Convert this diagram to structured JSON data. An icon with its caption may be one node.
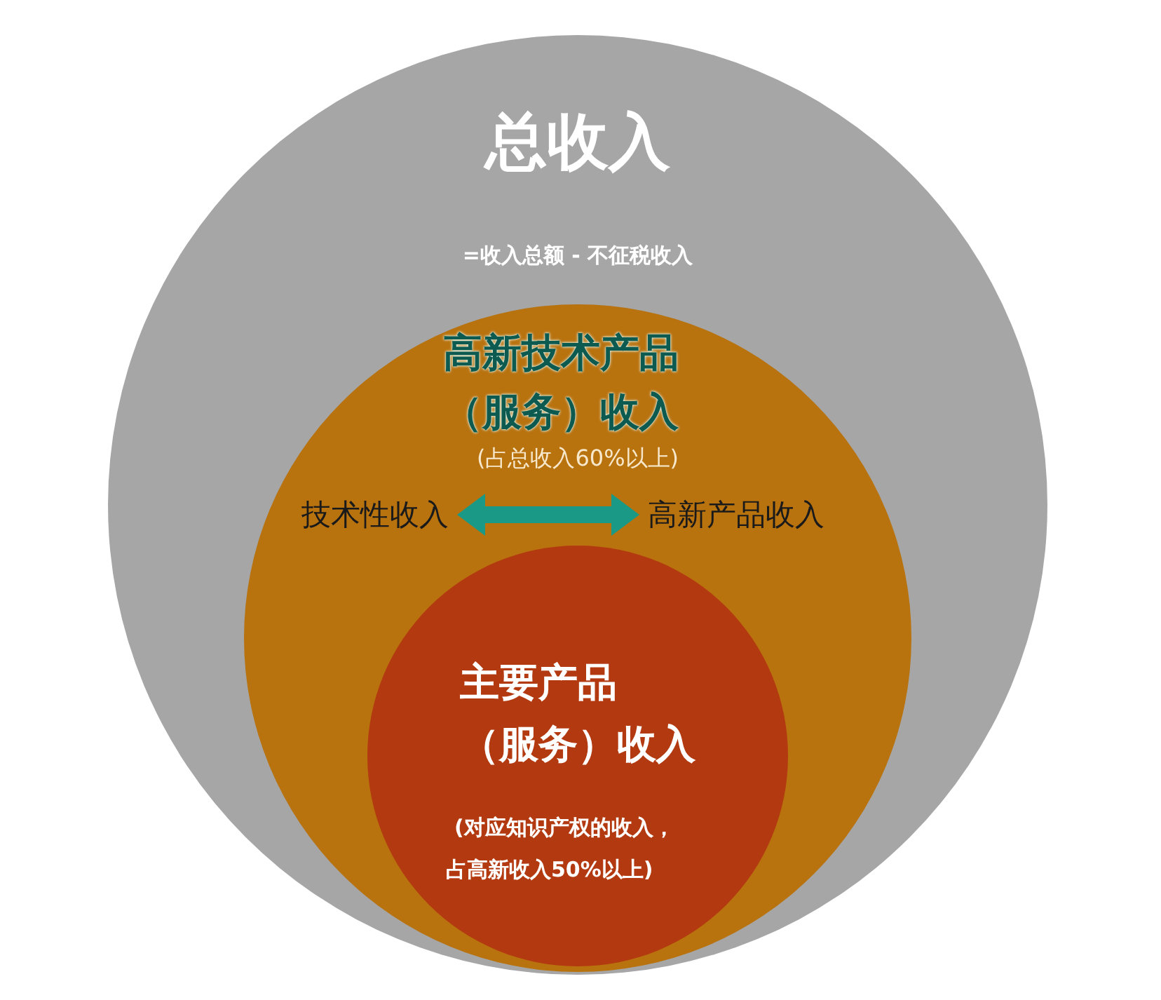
{
  "diagram": {
    "nodes": [
      {
        "text": [
          "总收入",
          "=收入总额 - 不征税收入"
        ]
      },
      {
        "text": [
          "高新技术产品（服务）收入",
          "(占总收入60%以上)"
        ],
        "in": 0
      },
      {
        "text": [
          "技术性收入"
        ],
        "in": 1
      },
      {
        "text": [
          "高新产品收入"
        ],
        "in": 1
      },
      {
        "text": [
          "主要产品（服务）收入",
          "(对应知识产权的收入，占高新收入50%以上)"
        ],
        "in": 1
      }
    ],
    "edges": [
      {
        "from": 2,
        "to": 3,
        "arrow": "both",
        "color": "#1a9a86"
      }
    ]
  }
}
